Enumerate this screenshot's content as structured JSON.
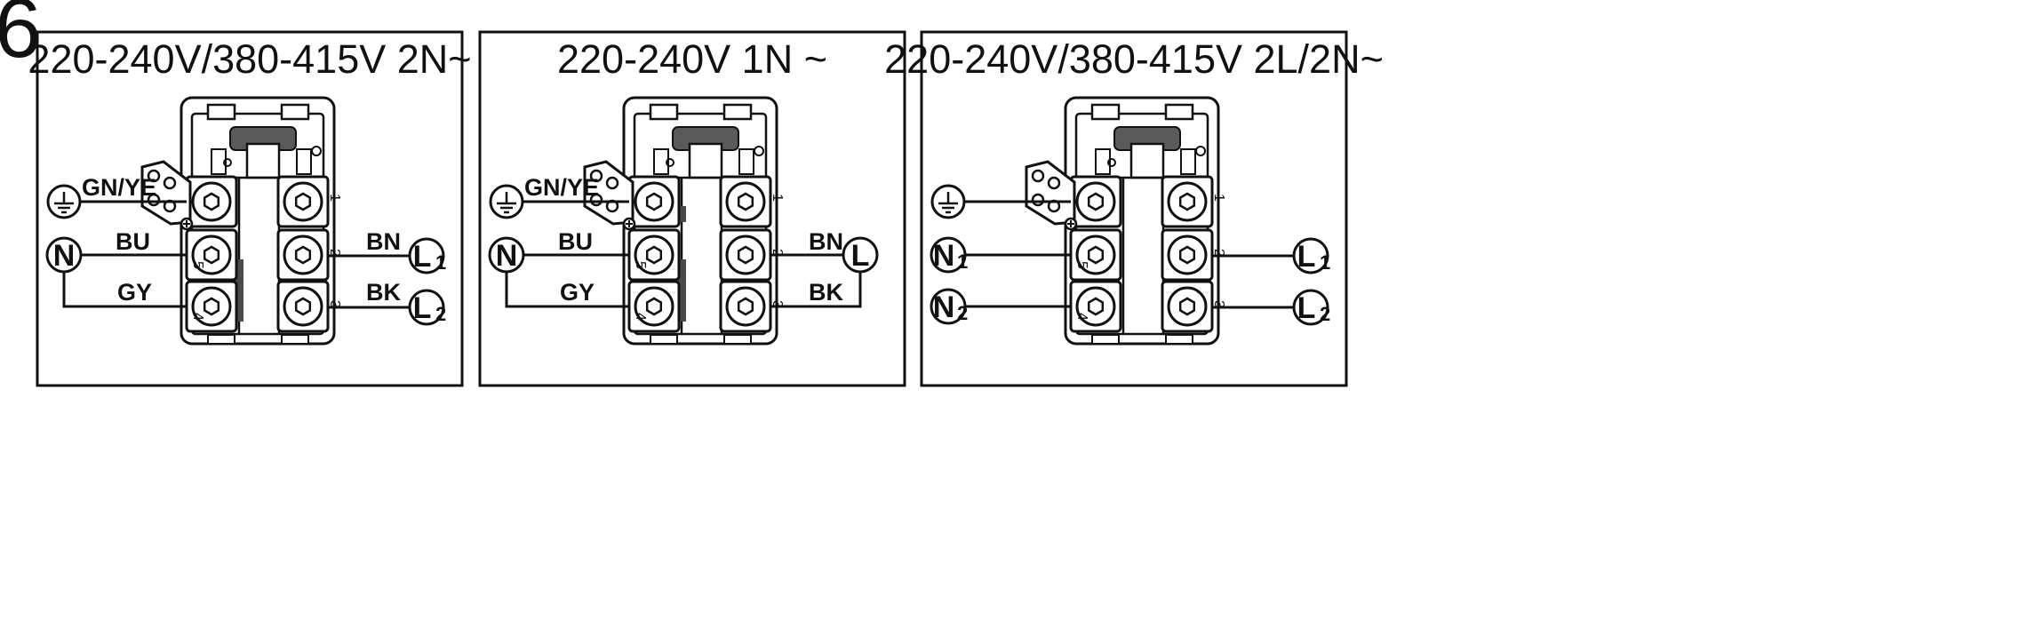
{
  "figure_label": "6",
  "panels": [
    {
      "title": "220-240V/380-415V 2N~",
      "wire_labels": {
        "earth": "GN/YE",
        "n1": "BU",
        "n2": "GY",
        "l1": "BN",
        "l2": "BK"
      },
      "terminals": {
        "n1": "N",
        "n1_sub": "",
        "n2": "",
        "n2_sub": "",
        "l1": "L",
        "l1_sub": "1",
        "l2": "L",
        "l2_sub": "2"
      }
    },
    {
      "title": "220-240V 1N ~",
      "wire_labels": {
        "earth": "GN/YE",
        "n1": "BU",
        "n2": "GY",
        "l1": "BN",
        "l2": "BK"
      },
      "terminals": {
        "n1": "N",
        "n1_sub": "",
        "n2": "",
        "n2_sub": "",
        "l1": "L",
        "l1_sub": "",
        "l2": "",
        "l2_sub": ""
      }
    },
    {
      "title": "220-240V/380-415V 2L/2N~",
      "wire_labels": {
        "earth": "",
        "n1": "",
        "n2": "",
        "l1": "",
        "l2": ""
      },
      "terminals": {
        "n1": "N",
        "n1_sub": "1",
        "n2": "N",
        "n2_sub": "2",
        "l1": "L",
        "l1_sub": "1",
        "l2": "L",
        "l2_sub": "2"
      }
    }
  ],
  "block_numbers": [
    "1",
    "2",
    "3",
    "4",
    "5"
  ]
}
